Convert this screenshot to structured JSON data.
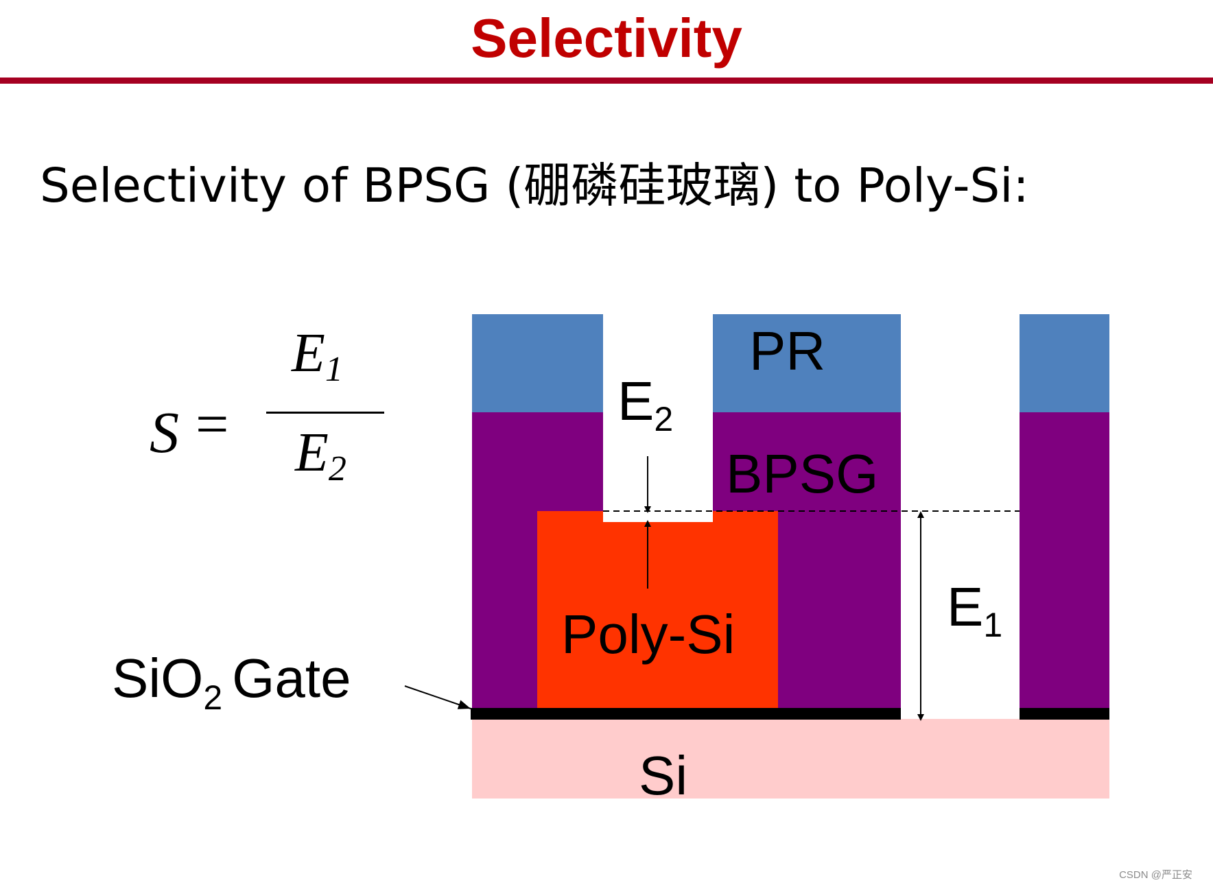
{
  "title": "Selectivity",
  "subtitle": "Selectivity of BPSG (硼磷硅玻璃) to Poly-Si:",
  "equation": {
    "lhs": "S",
    "equals": "=",
    "numerator": "E",
    "numerator_sub": "1",
    "denominator": "E",
    "denominator_sub": "2"
  },
  "diagram": {
    "layers": {
      "pr": "PR",
      "bpsg": "BPSG",
      "poly_si": "Poly-Si",
      "si": "Si"
    },
    "gate_label": "SiO",
    "gate_label_sub": "2",
    "gate_label_suffix": "Gate",
    "e2_label": "E",
    "e2_sub": "2",
    "e1_label": "E",
    "e1_sub": "1"
  },
  "colors": {
    "title": "#c00000",
    "title_rule": "#a50021",
    "pr": "#4f81bd",
    "bpsg": "#7f007f",
    "poly_si": "#ff3300",
    "si": "#ffcccc",
    "oxide": "#000000"
  },
  "watermark": "CSDN @严正安"
}
